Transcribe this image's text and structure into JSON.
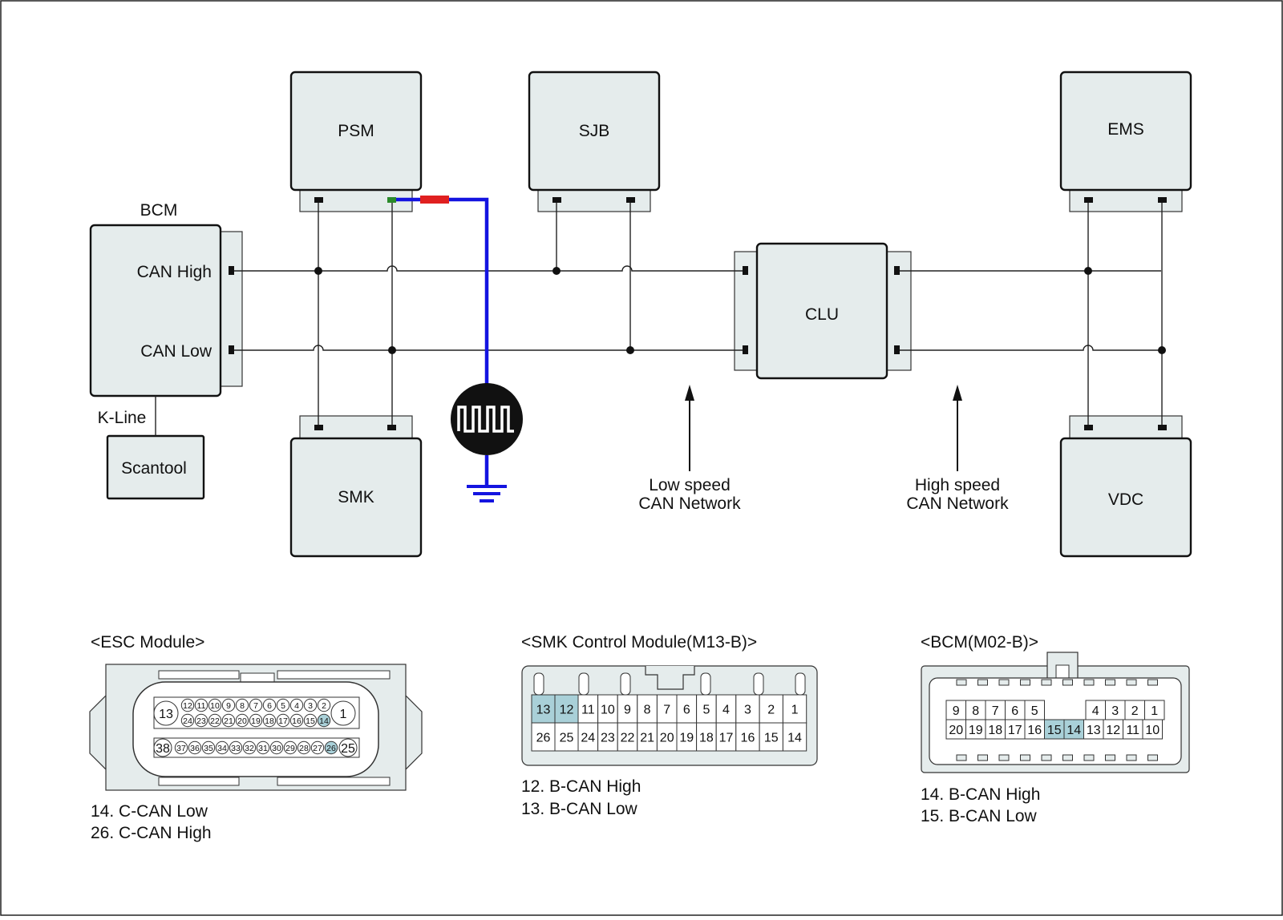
{
  "modules": {
    "psm": "PSM",
    "sjb": "SJB",
    "ems": "EMS",
    "bcm_title": "BCM",
    "bcm_can_high": "CAN High",
    "bcm_can_low": "CAN Low",
    "clu": "CLU",
    "smk": "SMK",
    "vdc": "VDC",
    "scantool": "Scantool",
    "kline": "K-Line"
  },
  "networks": {
    "low_line1": "Low speed",
    "low_line2": "CAN Network",
    "high_line1": "High speed",
    "high_line2": "CAN Network"
  },
  "colors": {
    "probe_wire": "#1414e0",
    "probe_clip": "#e02020",
    "probe_tip": "#2a8a2a",
    "pin_highlight": "#a9d0d8",
    "module_fill": "#e5ecec"
  },
  "connectors": {
    "esc": {
      "title": "<ESC Module>",
      "top_row": [
        "12",
        "11",
        "10",
        "9",
        "8",
        "7",
        "6",
        "5",
        "4",
        "3",
        "2"
      ],
      "top_row2": [
        "24",
        "23",
        "22",
        "21",
        "20",
        "19",
        "18",
        "17",
        "16",
        "15",
        "14"
      ],
      "bottom_row": [
        "37",
        "36",
        "35",
        "34",
        "33",
        "32",
        "31",
        "30",
        "29",
        "28",
        "27",
        "26"
      ],
      "big_left_top": "13",
      "big_right_top": "1",
      "big_left_bottom": "38",
      "big_right_bottom": "25",
      "highlighted": [
        "14",
        "26"
      ],
      "notes": [
        "14. C-CAN Low",
        "26. C-CAN High"
      ]
    },
    "smk": {
      "title": "<SMK Control Module(M13-B)>",
      "top_row": [
        "13",
        "12",
        "11",
        "10",
        "9",
        "8",
        "7",
        "6",
        "5",
        "4",
        "3",
        "2",
        "1"
      ],
      "bottom_row": [
        "26",
        "25",
        "24",
        "23",
        "22",
        "21",
        "20",
        "19",
        "18",
        "17",
        "16",
        "15",
        "14"
      ],
      "highlighted": [
        "12",
        "13"
      ],
      "notes": [
        "12. B-CAN High",
        "13. B-CAN Low"
      ]
    },
    "bcm": {
      "title": "<BCM(M02-B)>",
      "top_row": [
        "9",
        "8",
        "7",
        "6",
        "5",
        "4",
        "3",
        "2",
        "1"
      ],
      "bottom_row": [
        "20",
        "19",
        "18",
        "17",
        "16",
        "15",
        "14",
        "13",
        "12",
        "11",
        "10"
      ],
      "highlighted": [
        "14",
        "15"
      ],
      "notes": [
        "14. B-CAN High",
        "15. B-CAN Low"
      ]
    }
  }
}
